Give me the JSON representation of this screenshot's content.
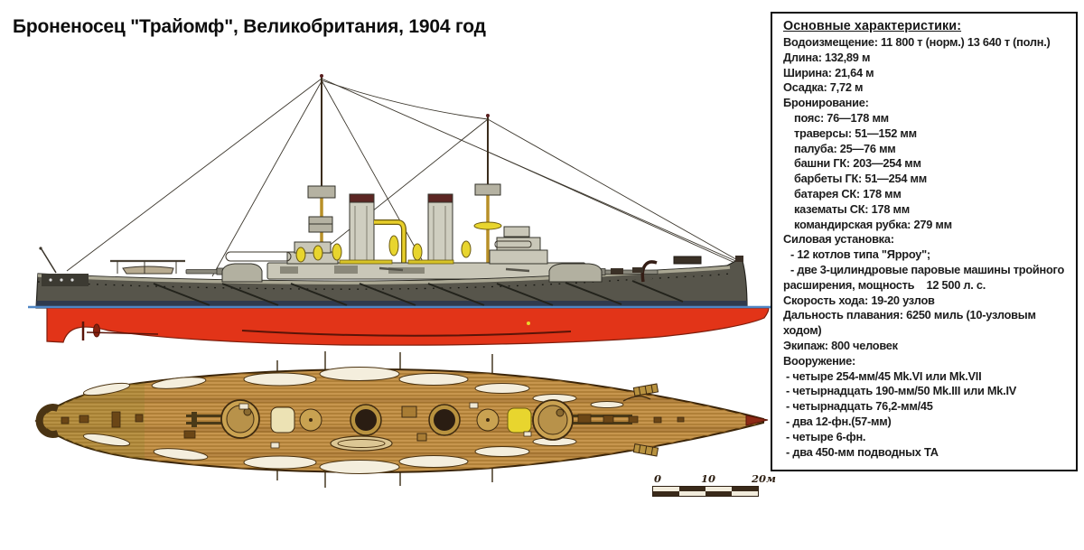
{
  "title": "Броненосец \"Трайомф\", Великобритания, 1904 год",
  "specs": {
    "heading": "Основные характеристики:",
    "lines": [
      {
        "text": "Водоизмещение: 11 800 т (норм.) 13 640 т (полн.)",
        "indent": 0
      },
      {
        "text": "Длина: 132,89 м",
        "indent": 0
      },
      {
        "text": "Ширина: 21,64 м",
        "indent": 0
      },
      {
        "text": "Осадка: 7,72 м",
        "indent": 0
      },
      {
        "text": "Бронирование:",
        "indent": 0
      },
      {
        "text": "пояс: 76—178 мм",
        "indent": 12
      },
      {
        "text": "траверсы: 51—152 мм",
        "indent": 12
      },
      {
        "text": "палуба: 25—76 мм",
        "indent": 12
      },
      {
        "text": "башни ГК: 203—254 мм",
        "indent": 12
      },
      {
        "text": "барбеты ГК: 51—254 мм",
        "indent": 12
      },
      {
        "text": "батарея СК: 178 мм",
        "indent": 12
      },
      {
        "text": "казематы СК: 178 мм",
        "indent": 12
      },
      {
        "text": "командирская рубка: 279 мм",
        "indent": 12
      },
      {
        "text": "Силовая установка:",
        "indent": 0
      },
      {
        "text": "- 12 котлов типа \"Ярроу\";",
        "indent": 8
      },
      {
        "text": "- две 3-цилиндровые паровые машины тройного",
        "indent": 8
      },
      {
        "text": "расширения, мощность    12 500 л. с.",
        "indent": 0
      },
      {
        "text": "Скорость хода: 19-20 узлов",
        "indent": 0
      },
      {
        "text": "Дальность плавания: 6250 миль (10-узловым",
        "indent": 0
      },
      {
        "text": "ходом)",
        "indent": 0
      },
      {
        "text": "Экипаж: 800 человек",
        "indent": 0
      },
      {
        "text": "Вооружение:",
        "indent": 0
      },
      {
        "text": "- четыре 254-мм/45 Mk.VI или Mk.VII",
        "indent": 3
      },
      {
        "text": "- четырнадцать 190-мм/50 Mk.III или Mk.IV",
        "indent": 3
      },
      {
        "text": "- четырнадцать 76,2-мм/45",
        "indent": 3
      },
      {
        "text": "- два 12-фн.(57-мм)",
        "indent": 3
      },
      {
        "text": "- четыре 6-фн.",
        "indent": 3
      },
      {
        "text": "- два 450-мм подводных ТА",
        "indent": 3
      }
    ]
  },
  "scalebar": {
    "labels": [
      "0",
      "10",
      "20м"
    ]
  },
  "colors": {
    "hull_red": "#e23418",
    "waterline_blue": "#4f86c4",
    "upper_hull_dark": "#57554b",
    "superstructure_grey": "#c9c7b8",
    "funnel_cap_maroon": "#5c2623",
    "vent_yellow": "#e8d52e",
    "deck_wood_tan": "#c7964e",
    "plank_brown": "#9a6a22"
  }
}
